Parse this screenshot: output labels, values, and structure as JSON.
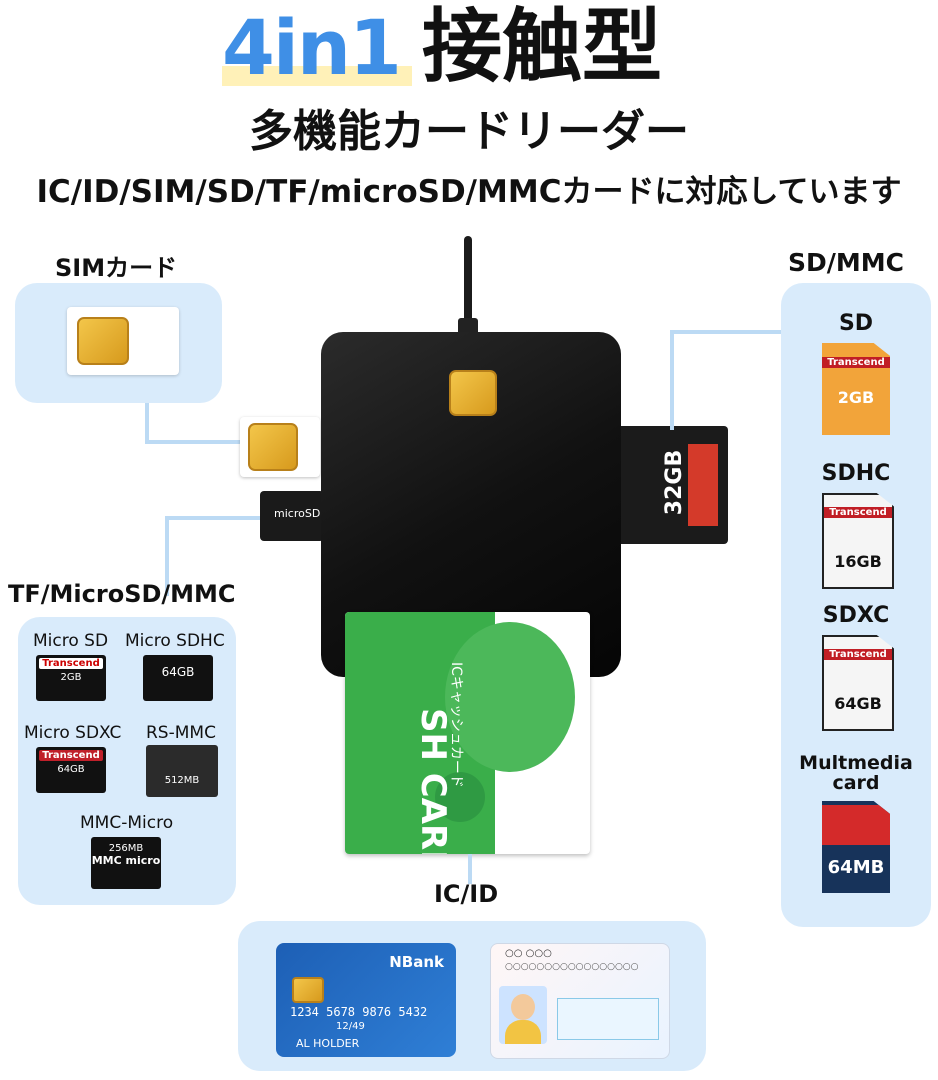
{
  "header": {
    "accent": "4in1",
    "main": "接触型",
    "subtitle": "多機能カードリーダー",
    "tagline": "IC/ID/SIM/SD/TF/microSD/MMCカードに対応しています"
  },
  "sim": {
    "title": "SIMカード"
  },
  "tf": {
    "title": "TF/MicroSD/MMC",
    "items": [
      {
        "label": "Micro SD",
        "brand": "Transcend",
        "text": "2GB"
      },
      {
        "label": "Micro SDHC",
        "text": "64GB"
      },
      {
        "label": "Micro SDXC",
        "brand": "Transcend",
        "text": "64GB"
      },
      {
        "label": "RS-MMC",
        "text": "512MB"
      },
      {
        "label": "MMC-Micro",
        "text": "256MB",
        "sub": "MMC micro"
      }
    ]
  },
  "sdmmc": {
    "title": "SD/MMC",
    "items": [
      {
        "label": "SD",
        "brand": "Transcend",
        "text": "2GB"
      },
      {
        "label": "SDHC",
        "brand": "Transcend",
        "text": "16GB"
      },
      {
        "label": "SDXC",
        "brand": "Transcend",
        "text": "64GB"
      },
      {
        "label": "Multmedia card",
        "text": "64MB"
      }
    ]
  },
  "reader": {
    "sd_slot_capacity": "32GB",
    "microsd_label": "microSD",
    "ic_card_text": "SH CARD",
    "ic_card_sub": "ICキャッシュカード"
  },
  "icid": {
    "title": "IC/ID",
    "bank_card": {
      "bank": "NBank",
      "number": "1234 5678 9876 5432",
      "expiry": "12/49",
      "holder": "AL HOLDER"
    },
    "id_card": {
      "header": "○○ ○○○",
      "line": "○○○○○○○○○○○○○○○○○"
    }
  },
  "colors": {
    "accent_blue": "#3f8fe6",
    "panel_bg": "#d9ebfb",
    "chip_gold": "#e6b53a",
    "green": "#33a54a"
  }
}
